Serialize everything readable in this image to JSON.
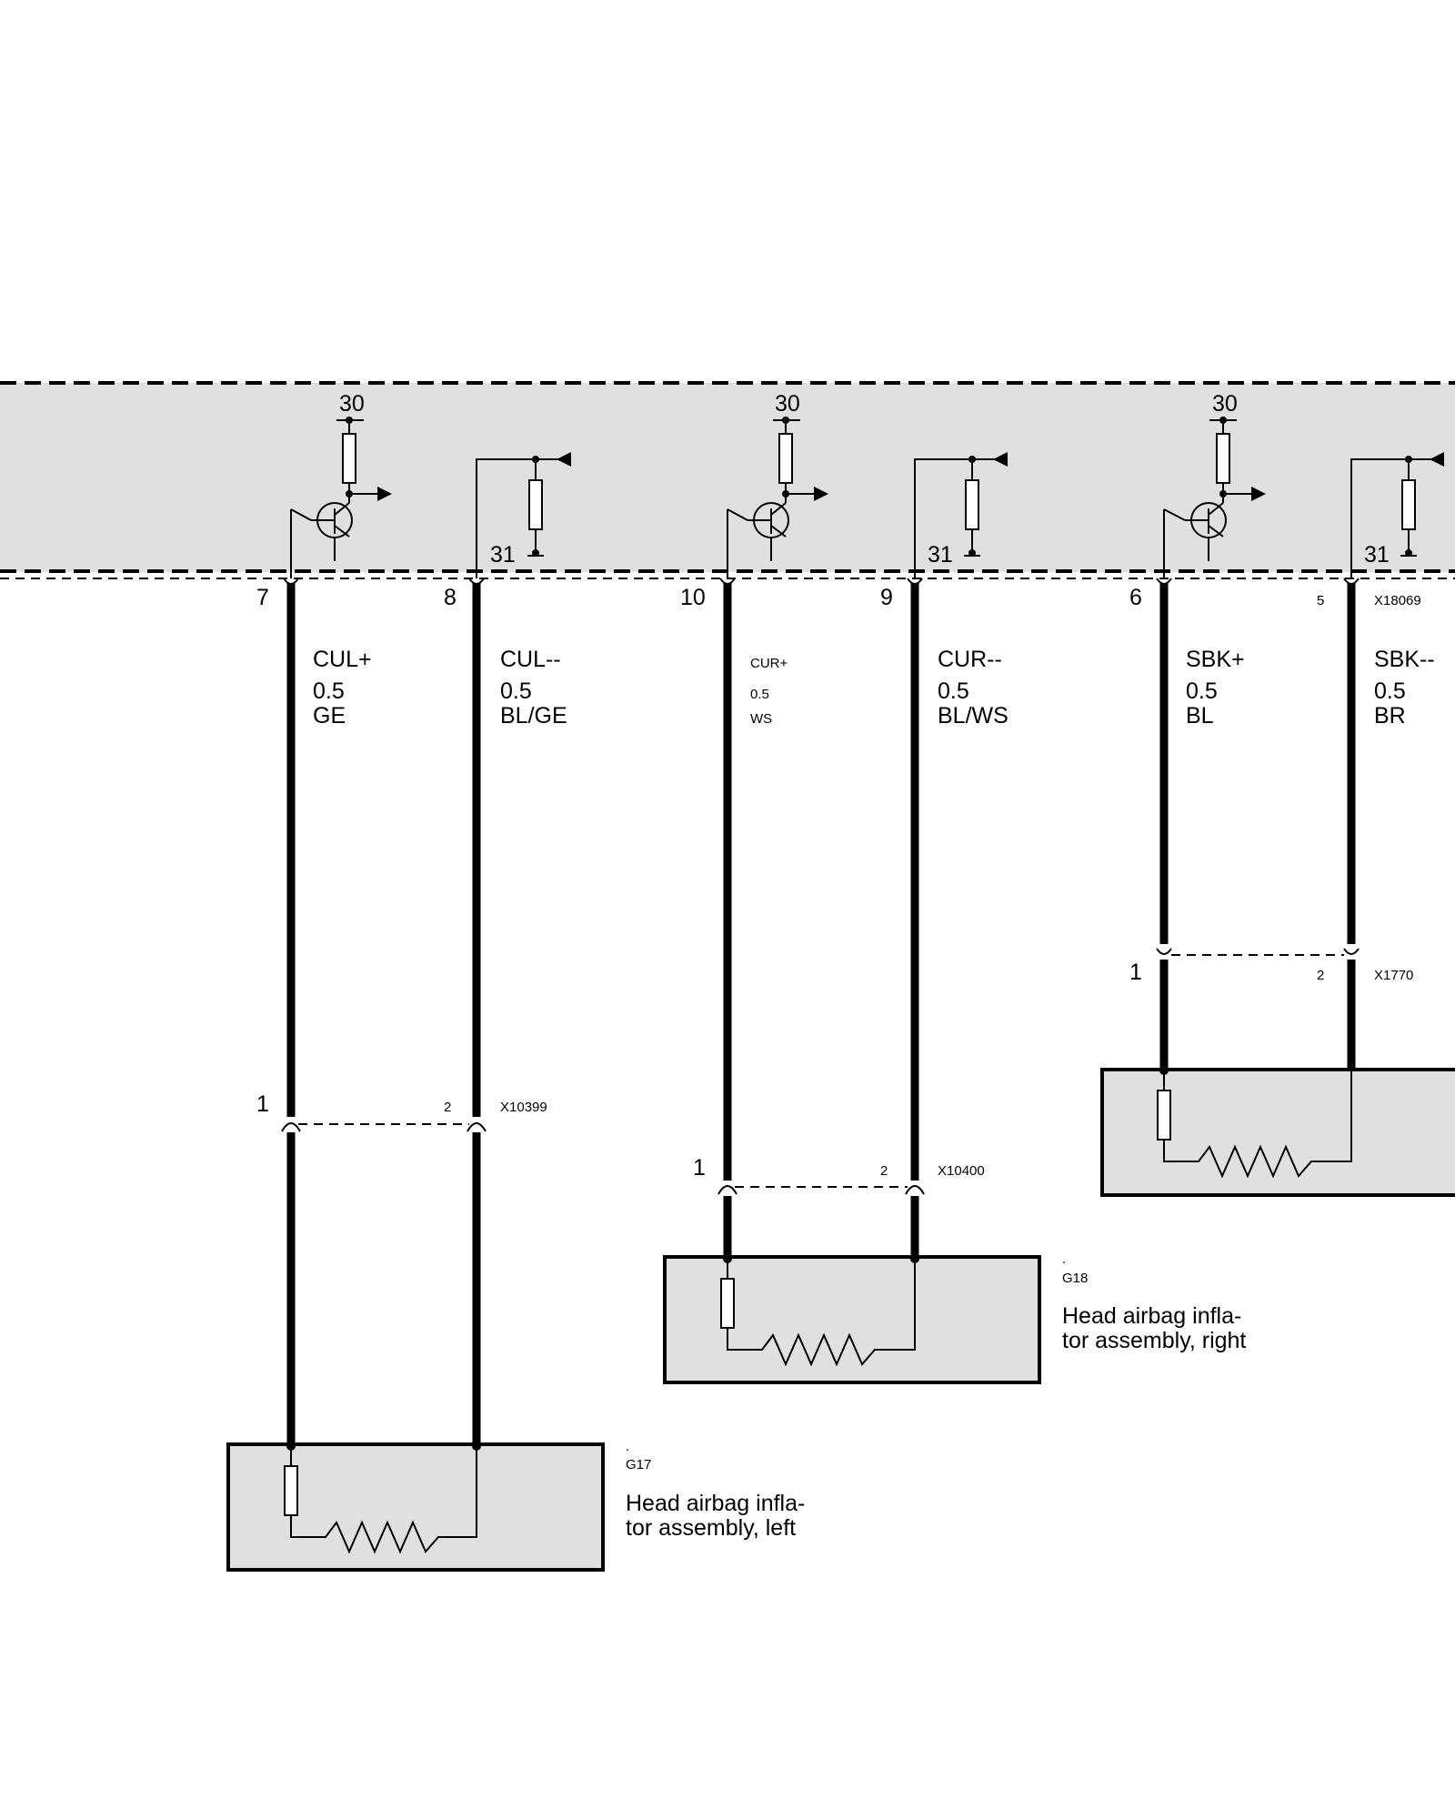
{
  "supply_labels": [
    "30",
    "30",
    "30"
  ],
  "ground_labels": [
    "31",
    "31",
    "31"
  ],
  "wires": [
    {
      "pin": "7",
      "signal": "CUL+",
      "size": "0.5",
      "color": "GE"
    },
    {
      "pin": "8",
      "signal": "CUL--",
      "size": "0.5",
      "color": "BL/GE"
    },
    {
      "pin": "10",
      "signal": "CUR+",
      "size": "0.5",
      "color": "WS"
    },
    {
      "pin": "9",
      "signal": "CUR--",
      "size": "0.5",
      "color": "BL/WS"
    },
    {
      "pin": "6",
      "signal": "SBK+",
      "size": "0.5",
      "color": "BL"
    },
    {
      "pin": "5",
      "signal": "SBK--",
      "size": "0.5",
      "color": "BR"
    }
  ],
  "control_connector": "X18069",
  "connectors": [
    {
      "id": "X10399",
      "pin_a": "1",
      "pin_b": "2"
    },
    {
      "id": "X10400",
      "pin_a": "1",
      "pin_b": "2"
    },
    {
      "id": "X1770",
      "pin_a": "1",
      "pin_b": "2"
    }
  ],
  "components": [
    {
      "dot": ".",
      "code": "G17",
      "name_line1": "Head airbag infla-",
      "name_line2": "tor assembly, left"
    },
    {
      "dot": ".",
      "code": "G18",
      "name_line1": "Head airbag infla-",
      "name_line2": "tor assembly, right"
    }
  ]
}
